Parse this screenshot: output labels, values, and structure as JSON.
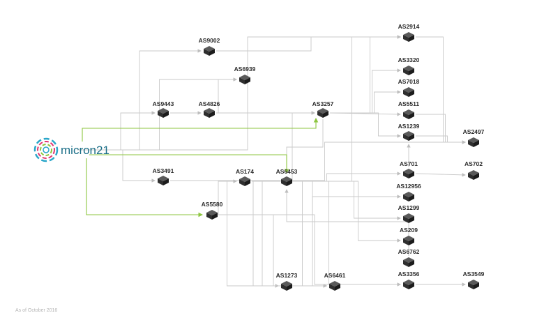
{
  "brand": {
    "name": "micron21",
    "colors": {
      "ring_a": "#2aa6c9",
      "ring_b": "#e2336f",
      "ring_c": "#8dc63f",
      "text": "#1a6e87"
    }
  },
  "footer": {
    "note": "As of October 2016"
  },
  "colors": {
    "link": "#c9c9c9",
    "direct_link": "#8dc63f",
    "router": "#2f2f2f"
  },
  "nodes": [
    {
      "id": "AS9002",
      "label": "AS9002",
      "icon": "router-icon"
    },
    {
      "id": "AS6939",
      "label": "AS6939",
      "icon": "router-icon"
    },
    {
      "id": "AS9443",
      "label": "AS9443",
      "icon": "router-icon"
    },
    {
      "id": "AS4826",
      "label": "AS4826",
      "icon": "router-icon"
    },
    {
      "id": "AS3257",
      "label": "AS3257",
      "icon": "router-icon"
    },
    {
      "id": "AS3491",
      "label": "AS3491",
      "icon": "router-icon"
    },
    {
      "id": "AS174",
      "label": "AS174",
      "icon": "router-icon"
    },
    {
      "id": "AS6453",
      "label": "AS6453",
      "icon": "router-icon"
    },
    {
      "id": "AS5580",
      "label": "AS5580",
      "icon": "router-icon"
    },
    {
      "id": "AS1273",
      "label": "AS1273",
      "icon": "router-icon"
    },
    {
      "id": "AS6461",
      "label": "AS6461",
      "icon": "router-icon"
    },
    {
      "id": "AS2914",
      "label": "AS2914",
      "icon": "router-icon"
    },
    {
      "id": "AS3320",
      "label": "AS3320",
      "icon": "router-icon"
    },
    {
      "id": "AS7018",
      "label": "AS7018",
      "icon": "router-icon"
    },
    {
      "id": "AS5511",
      "label": "AS5511",
      "icon": "router-icon"
    },
    {
      "id": "AS1239",
      "label": "AS1239",
      "icon": "router-icon"
    },
    {
      "id": "AS701",
      "label": "AS701",
      "icon": "router-icon"
    },
    {
      "id": "AS12956",
      "label": "AS12956",
      "icon": "router-icon"
    },
    {
      "id": "AS1299",
      "label": "AS1299",
      "icon": "router-icon"
    },
    {
      "id": "AS209",
      "label": "AS209",
      "icon": "router-icon"
    },
    {
      "id": "AS6762",
      "label": "AS6762",
      "icon": "router-icon"
    },
    {
      "id": "AS3356",
      "label": "AS3356",
      "icon": "router-icon"
    },
    {
      "id": "AS2497",
      "label": "AS2497",
      "icon": "router-icon"
    },
    {
      "id": "AS702",
      "label": "AS702",
      "icon": "router-icon"
    },
    {
      "id": "AS3549",
      "label": "AS3549",
      "icon": "router-icon"
    }
  ],
  "direct_links": [
    {
      "from": "micron21",
      "to": "AS3257"
    },
    {
      "from": "micron21",
      "to": "AS6453"
    },
    {
      "from": "micron21",
      "to": "AS5580"
    }
  ],
  "links": [
    {
      "from": "micron21",
      "to": "AS9002"
    },
    {
      "from": "micron21",
      "to": "AS6939"
    },
    {
      "from": "micron21",
      "to": "AS9443"
    },
    {
      "from": "micron21",
      "to": "AS3491"
    },
    {
      "from": "micron21",
      "to": "AS2914"
    },
    {
      "from": "AS9443",
      "to": "AS4826"
    },
    {
      "from": "AS4826",
      "to": "AS6939"
    },
    {
      "from": "AS4826",
      "to": "AS3257"
    },
    {
      "from": "AS9002",
      "to": "AS2914"
    },
    {
      "from": "AS3257",
      "to": "AS2914"
    },
    {
      "from": "AS3257",
      "to": "AS3320"
    },
    {
      "from": "AS3257",
      "to": "AS7018"
    },
    {
      "from": "AS3257",
      "to": "AS5511"
    },
    {
      "from": "AS3257",
      "to": "AS1239"
    },
    {
      "from": "AS3257",
      "to": "AS6453"
    },
    {
      "from": "AS3491",
      "to": "AS1273"
    },
    {
      "from": "AS3491",
      "to": "AS6461"
    },
    {
      "from": "AS3491",
      "to": "AS2497"
    },
    {
      "from": "AS174",
      "to": "AS3257"
    },
    {
      "from": "AS174",
      "to": "AS1273"
    },
    {
      "from": "AS174",
      "to": "AS6461"
    },
    {
      "from": "AS174",
      "to": "AS701"
    },
    {
      "from": "AS174",
      "to": "AS3356"
    },
    {
      "from": "AS6453",
      "to": "AS2914"
    },
    {
      "from": "AS6453",
      "to": "AS1299"
    },
    {
      "from": "AS6453",
      "to": "AS6461"
    },
    {
      "from": "AS6453",
      "to": "AS209"
    },
    {
      "from": "AS5580",
      "to": "AS174"
    },
    {
      "from": "AS5580",
      "to": "AS6461"
    },
    {
      "from": "AS5580",
      "to": "AS12956"
    },
    {
      "from": "AS5580",
      "to": "AS3356"
    },
    {
      "from": "AS1239",
      "to": "AS2497"
    },
    {
      "from": "AS701",
      "to": "AS702"
    },
    {
      "from": "AS701",
      "to": "AS1239"
    },
    {
      "from": "AS3356",
      "to": "AS3549"
    },
    {
      "from": "AS6762",
      "to": "AS6453"
    },
    {
      "from": "AS2914",
      "to": "AS2497"
    },
    {
      "from": "AS5511",
      "to": "AS2497"
    }
  ]
}
